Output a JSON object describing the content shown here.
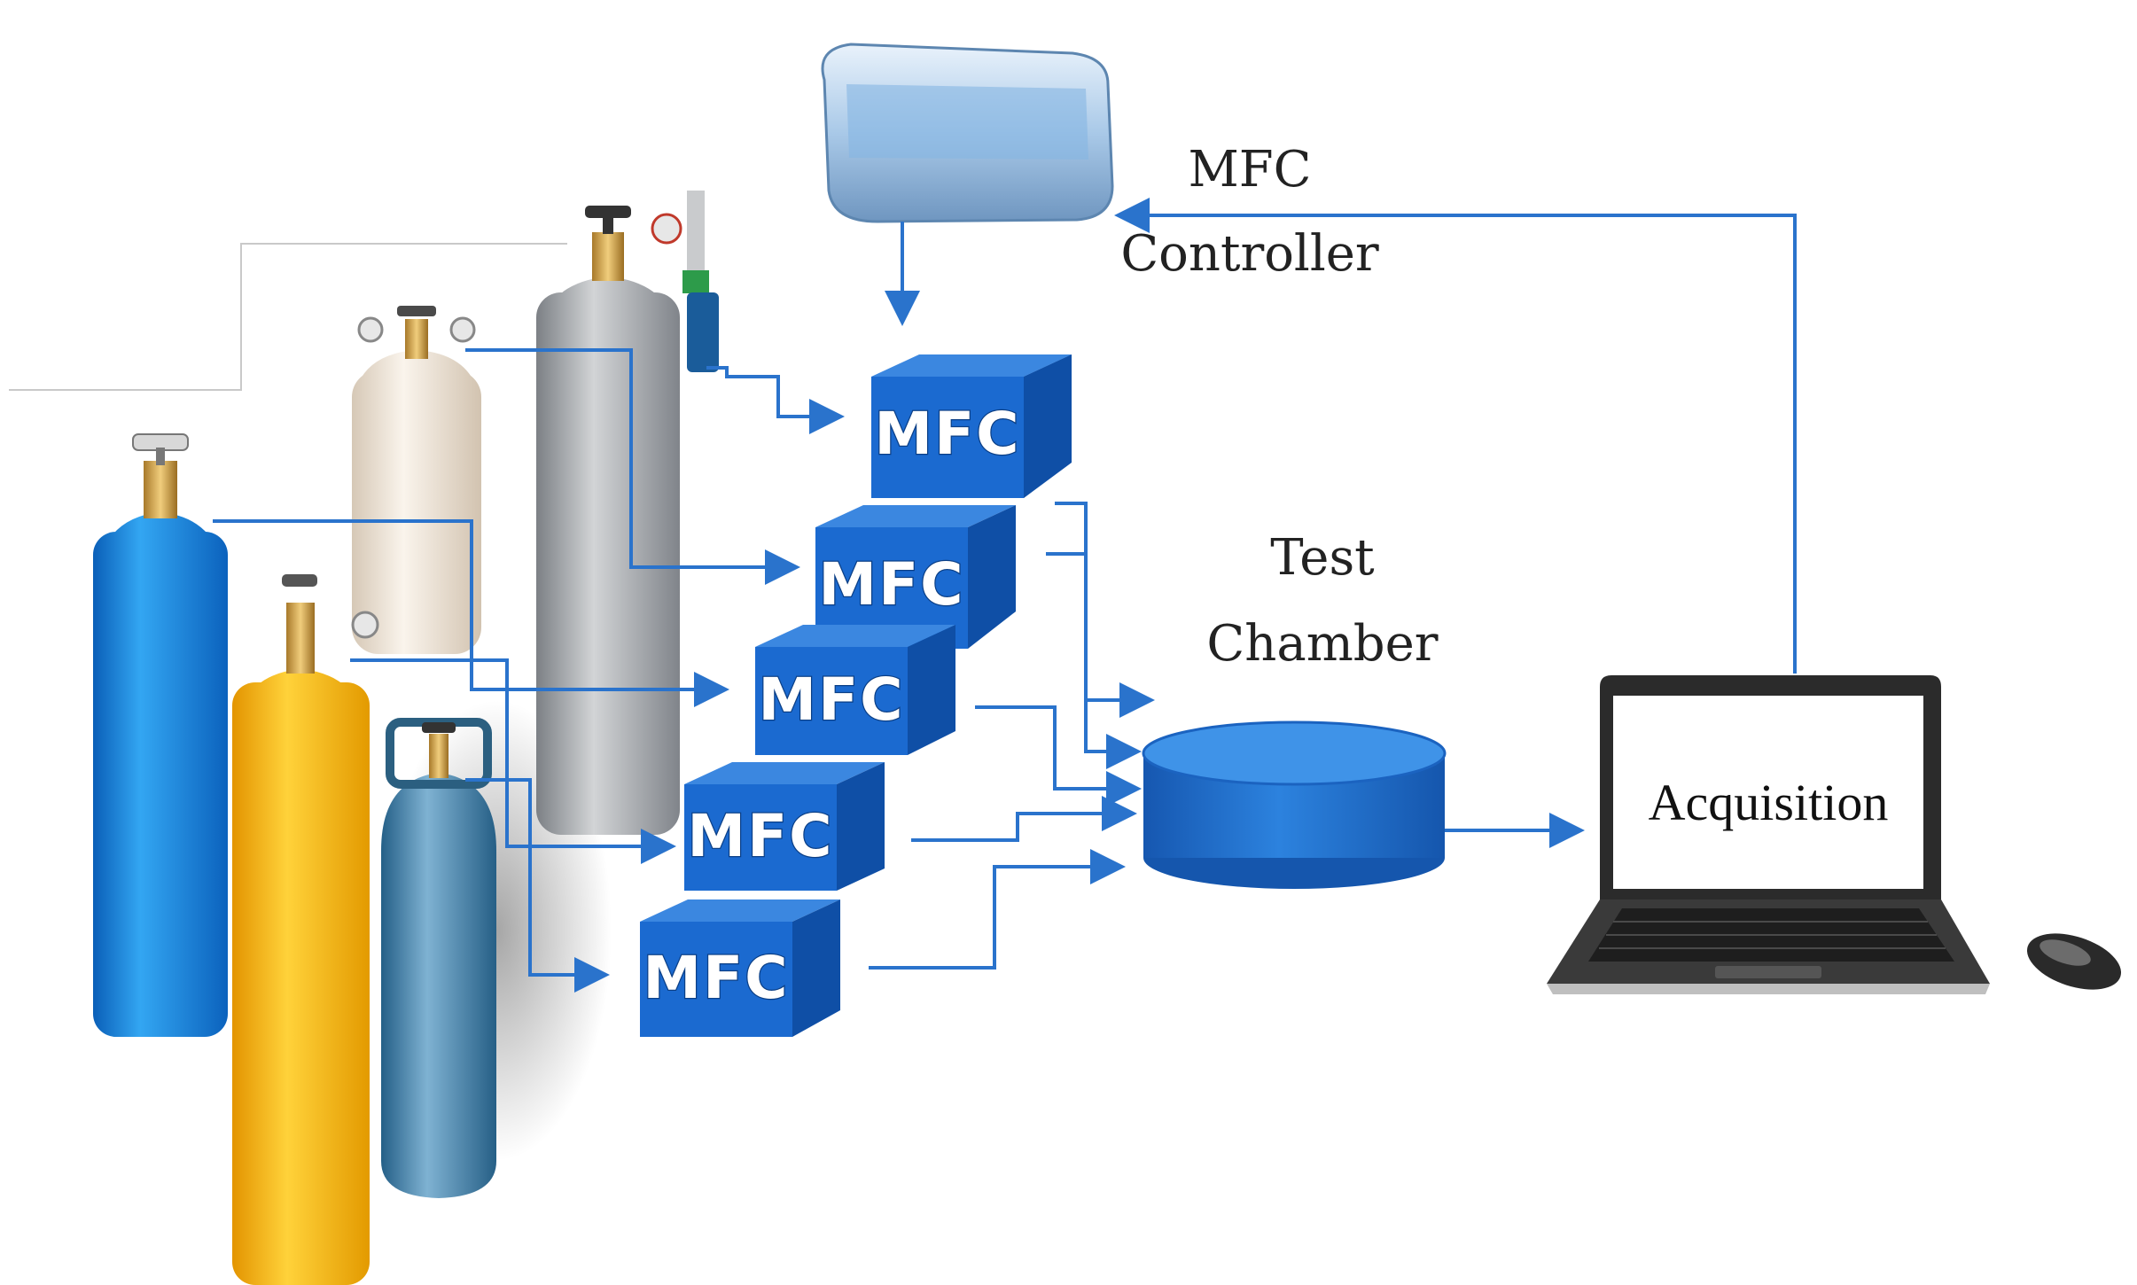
{
  "labels": {
    "controller_line1": "MFC",
    "controller_line2": "Controller",
    "chamber_line1": "Test",
    "chamber_line2": "Chamber",
    "acquisition": "Acquisition"
  },
  "mfc_units": [
    {
      "label": "MFC"
    },
    {
      "label": "MFC"
    },
    {
      "label": "MFC"
    },
    {
      "label": "MFC"
    },
    {
      "label": "MFC"
    }
  ],
  "colors": {
    "flow_line": "#2a73cc",
    "mfc_front": "#1b6ad0",
    "mfc_top": "#3b87e0",
    "mfc_side": "#0f4fa6",
    "chamber": "#1f6fd0",
    "cyl_blue": "#1a8be0",
    "cyl_yellow": "#f5b400",
    "cyl_cream": "#efe4d6",
    "cyl_grey": "#a6a9ad",
    "cyl_steel": "#3f7ea8"
  }
}
